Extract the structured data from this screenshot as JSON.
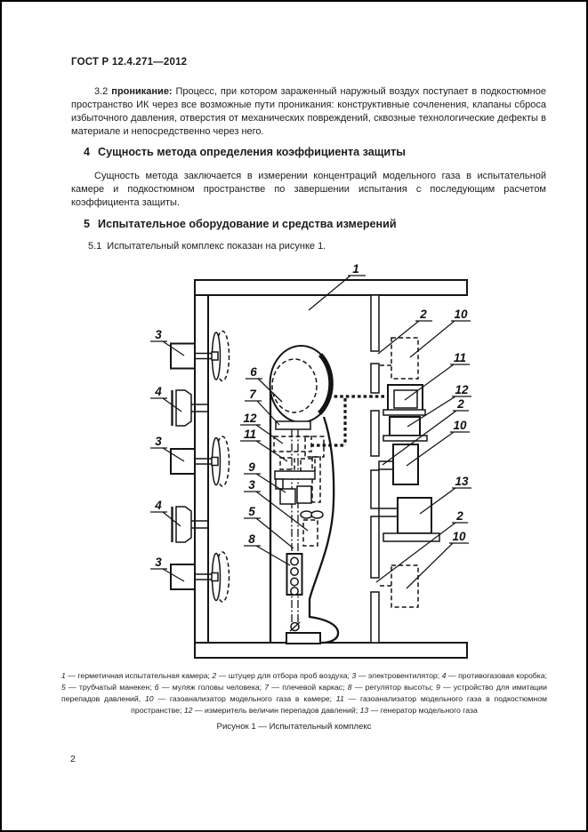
{
  "page": {
    "header": "ГОСТ Р 12.4.271—2012",
    "page_number": "2"
  },
  "content": {
    "para_3_2": {
      "num": "3.2",
      "term": "проникание:",
      "body": " Процесс, при котором зараженный наружный воздух поступает в подкостюмное пространство ИК через все возможные пути проникания: конструктивные сочленения, клапаны сброса избыточного давления, отверстия от механических повреждений, сквозные технологические дефекты в материале и непосредственно через него."
    },
    "heading_4": {
      "num": "4",
      "text": "Сущность метода определения коэффициента защиты"
    },
    "para_4": "Сущность метода заключается в измерении концентраций модельного газа в испытательной камере и подкостюмном пространстве по завершении испытания с последующим расчетом коэффициента защиты.",
    "heading_5": {
      "num": "5",
      "text": "Испытательное оборудование и средства измерений"
    },
    "para_5_1": {
      "num": "5.1",
      "text": "Испытательный комплекс показан на рисунке 1."
    }
  },
  "figure": {
    "caption": "Рисунок 1 — Испытательный комплекс",
    "callouts": {
      "chamber": "1",
      "fan_top": "3",
      "canister_upper": "4",
      "fan_middle": "3",
      "canister_lower": "4",
      "fan_bottom": "3",
      "head_dummy": "6",
      "shoulder_frame": "7",
      "pressure_meter_suit": "12",
      "analyzer_suit_inner": "11",
      "pressure_device": "9",
      "fan_suit": "3",
      "mannequin_tube": "5",
      "height_regulator": "8",
      "port_upper": "2",
      "analyzer_chamber_upper": "10",
      "analyzer_suit": "11",
      "pressure_meter": "12",
      "port_middle": "2",
      "analyzer_chamber_middle": "10",
      "gas_generator": "13",
      "port_lower": "2",
      "analyzer_chamber_lower": "10"
    },
    "legend": [
      {
        "num": "1",
        "rest": " — герметичная испытательная камера; "
      },
      {
        "num": "2",
        "rest": " — штуцер для отбора проб воздуха; "
      },
      {
        "num": "3",
        "rest": " — электровентилятор; "
      },
      {
        "num": "4",
        "rest": " — противогазовая коробка; "
      },
      {
        "num": "5",
        "rest": " — трубчатый манекен; "
      },
      {
        "num": "6",
        "rest": " — муляж головы человека; "
      },
      {
        "num": "7",
        "rest": " — плечевой каркас; "
      },
      {
        "num": "8",
        "rest": " — регулятор высоты; "
      },
      {
        "num": "9",
        "rest": " — устройство для имитации перепадов давлений, "
      },
      {
        "num": "10",
        "rest": " — газоанализатор модельного газа в камере; "
      },
      {
        "num": "11",
        "rest": " — газоанализатор модельного газа в подкостюмном пространстве; "
      },
      {
        "num": "12",
        "rest": " — измеритель величин перепадов давлений; "
      },
      {
        "num": "13",
        "rest": " — генератор модельного газа"
      }
    ]
  }
}
